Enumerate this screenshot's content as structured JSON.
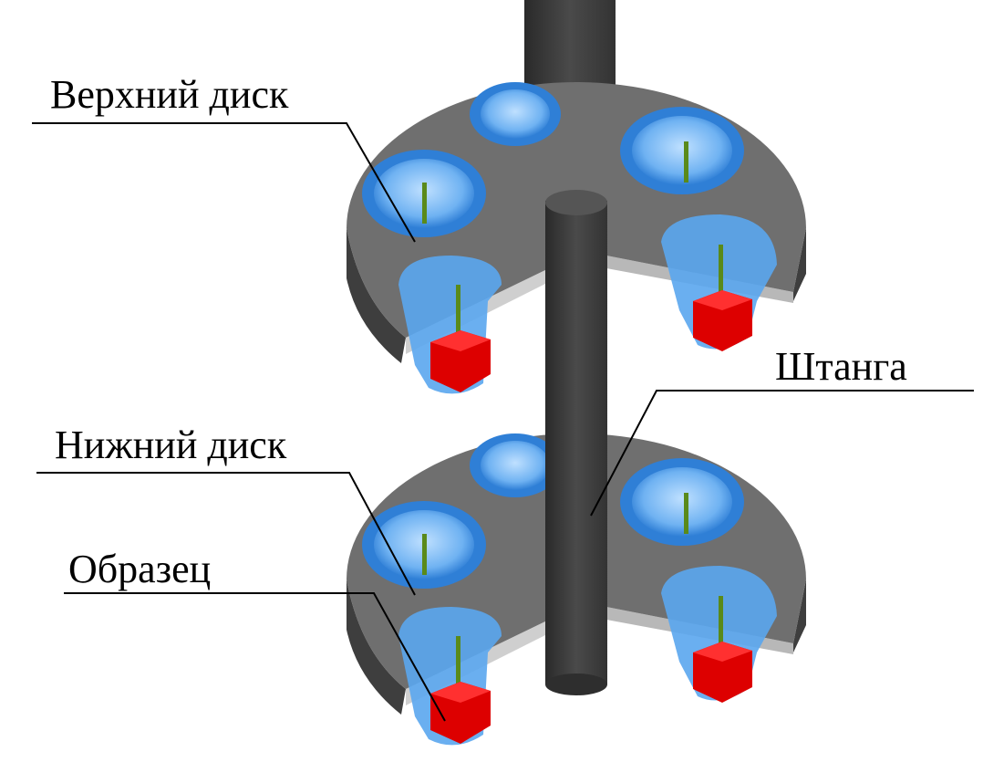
{
  "labels": {
    "upper_disc": "Верхний диск",
    "rod": "Штанга",
    "lower_disc": "Нижний диск",
    "sample": "Образец"
  },
  "colors": {
    "disc_top": "#6f6f6f",
    "disc_side": "#454545",
    "rod": "#3a3a3a",
    "cup": "#3d8fe0",
    "sample": "#e01010",
    "stick": "#5a8a1a"
  }
}
